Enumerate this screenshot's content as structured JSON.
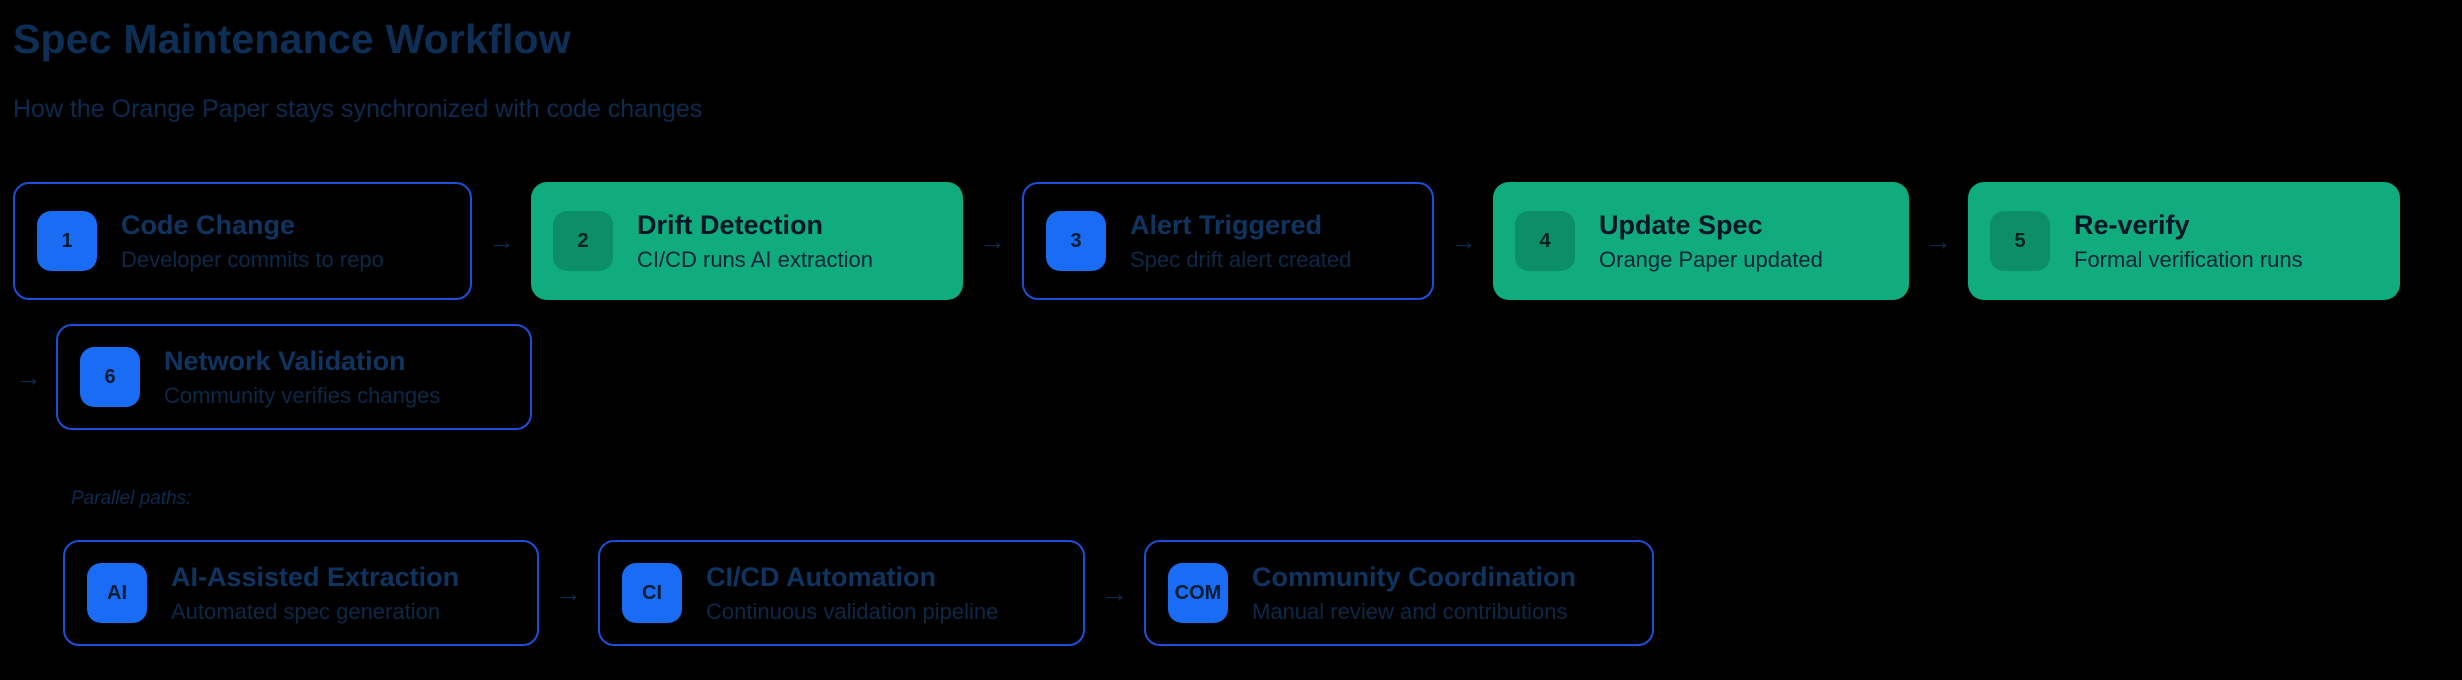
{
  "page": {
    "title": "Spec Maintenance Workflow",
    "subtitle": "How the Orange Paper stays synchronized with code changes"
  },
  "colors": {
    "background": "#000000",
    "navy_text": "#0d2b4e",
    "green_card_bg": "#10ac7d",
    "dark_card_border": "#1d4ed8",
    "badge_blue": "#1a6cf5",
    "badge_green": "#0c8f68"
  },
  "flow": {
    "arrow": "→",
    "steps": [
      {
        "badge": "1",
        "title": "Code Change",
        "desc": "Developer commits to repo",
        "style": "dark"
      },
      {
        "badge": "2",
        "title": "Drift Detection",
        "desc": "CI/CD runs AI extraction",
        "style": "green"
      },
      {
        "badge": "3",
        "title": "Alert Triggered",
        "desc": "Spec drift alert created",
        "style": "dark"
      },
      {
        "badge": "4",
        "title": "Update Spec",
        "desc": "Orange Paper updated",
        "style": "green"
      },
      {
        "badge": "5",
        "title": "Re-verify",
        "desc": "Formal verification runs",
        "style": "green"
      },
      {
        "badge": "6",
        "title": "Network Validation",
        "desc": "Community verifies changes",
        "style": "dark"
      }
    ]
  },
  "parallel": {
    "label": "Parallel paths:",
    "items": [
      {
        "badge": "AI",
        "title": "AI-Assisted Extraction",
        "desc": "Automated spec generation"
      },
      {
        "badge": "CI",
        "title": "CI/CD Automation",
        "desc": "Continuous validation pipeline"
      },
      {
        "badge": "COM",
        "title": "Community Coordination",
        "desc": "Manual review and contributions"
      }
    ]
  }
}
